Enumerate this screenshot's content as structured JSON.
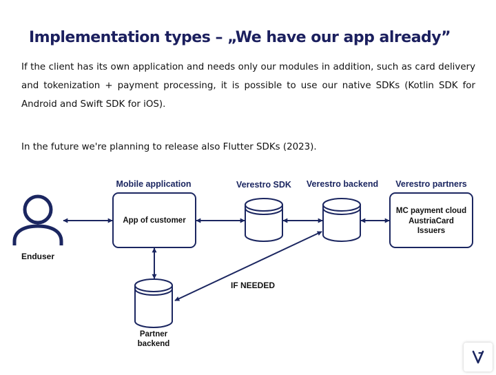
{
  "slide": {
    "title": "Implementation types – „We have our app already”",
    "paragraph1": "If the client has its own application and needs only our modules in addition, such as card delivery and tokenization + payment processing, it is possible to use our native SDKs (Kotlin SDK for Android and Swift SDK for iOS).",
    "paragraph2": "In the future we're planning to release also Flutter SDKs (2023)."
  },
  "diagram": {
    "enduser_label": "Enduser",
    "mobile_app_header": "Mobile application",
    "mobile_app_box": "App of customer",
    "sdk_header": "Verestro SDK",
    "backend_header": "Verestro backend",
    "partners_header": "Verestro partners",
    "partners_box": [
      "MC payment cloud",
      "AustriaCard",
      "Issuers"
    ],
    "partner_backend_label": [
      "Partner",
      "backend"
    ],
    "if_needed_label": "IF NEEDED",
    "colors": {
      "diagram_navy": "#1b2660",
      "title_navy": "#1b1f5e"
    }
  },
  "brand": {
    "logo_icon": "verestro-v-logo-icon"
  }
}
